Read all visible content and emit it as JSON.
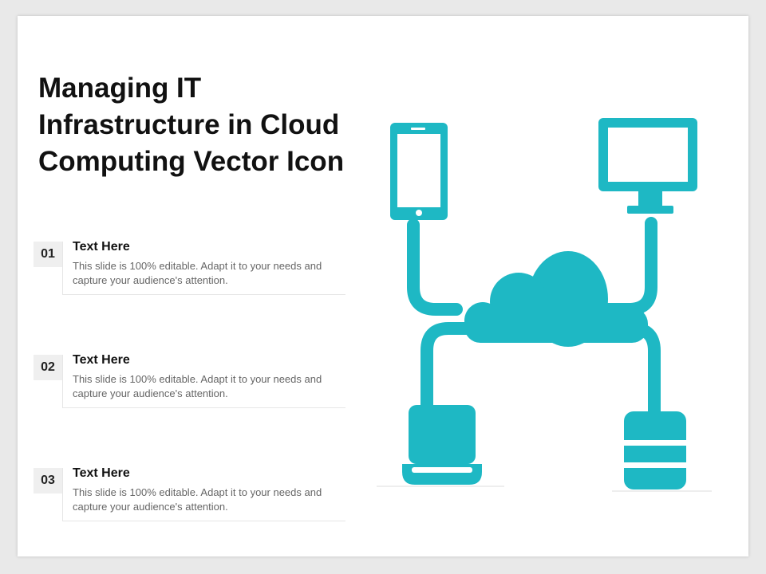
{
  "slide": {
    "title": "Managing IT Infrastructure in Cloud Computing Vector Icon",
    "items": [
      {
        "number": "01",
        "heading": "Text Here",
        "description": "This slide is 100% editable. Adapt it to your needs and capture your audience's attention."
      },
      {
        "number": "02",
        "heading": "Text Here",
        "description": "This slide is 100% editable. Adapt it to your needs and capture your audience's attention."
      },
      {
        "number": "03",
        "heading": "Text Here",
        "description": "This slide is 100% editable. Adapt it to your needs and capture your audience's attention."
      }
    ]
  },
  "icon": {
    "name": "cloud-network-icon",
    "devices": [
      "smartphone-icon",
      "monitor-icon",
      "laptop-icon",
      "database-icon"
    ],
    "color": "#1eb8c4"
  }
}
